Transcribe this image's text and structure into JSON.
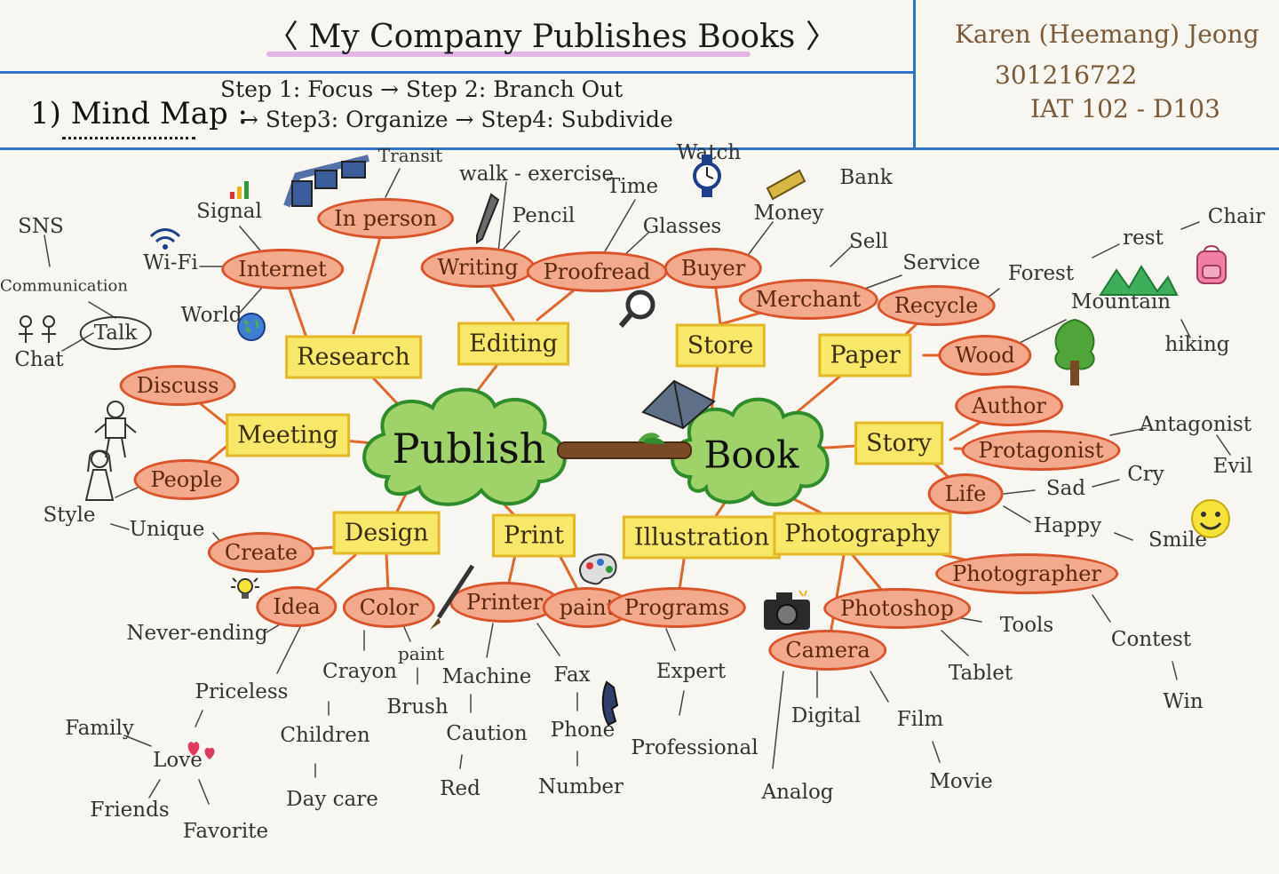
{
  "header": {
    "title": "〈 My Company Publishes Books 〉",
    "author_name": "Karen (Heemang) Jeong",
    "student_id": "301216722",
    "course": "IAT 102 - D103",
    "mind_map_label": "1) Mind Map :",
    "steps_line1": "Step 1: Focus → Step 2: Branch Out",
    "steps_line2": "→ Step3: Organize → Step4: Subdivide"
  },
  "colors": {
    "header_line": "#2f74c8",
    "subtopic_fill": "#f7e86a",
    "subtopic_border": "#e4b726",
    "oval_fill": "#f3a98c",
    "oval_border": "#d9532b",
    "cloud_fill": "#9fd36a",
    "cloud_border": "#2f8c2a",
    "connector": "#e0662c"
  },
  "centers": [
    {
      "id": "publish",
      "label": "Publish"
    },
    {
      "id": "book",
      "label": "Book"
    }
  ],
  "subtopics": [
    {
      "id": "research",
      "label": "Research"
    },
    {
      "id": "editing",
      "label": "Editing"
    },
    {
      "id": "store",
      "label": "Store"
    },
    {
      "id": "paper",
      "label": "Paper"
    },
    {
      "id": "meeting",
      "label": "Meeting"
    },
    {
      "id": "story",
      "label": "Story"
    },
    {
      "id": "design",
      "label": "Design"
    },
    {
      "id": "print",
      "label": "Print"
    },
    {
      "id": "illustration",
      "label": "Illustration"
    },
    {
      "id": "photography",
      "label": "Photography"
    }
  ],
  "ovals": [
    {
      "id": "inperson",
      "label": "In person"
    },
    {
      "id": "internet",
      "label": "Internet"
    },
    {
      "id": "writing",
      "label": "Writing"
    },
    {
      "id": "proofread",
      "label": "Proofread"
    },
    {
      "id": "buyer",
      "label": "Buyer"
    },
    {
      "id": "merchant",
      "label": "Merchant"
    },
    {
      "id": "recycle",
      "label": "Recycle"
    },
    {
      "id": "wood",
      "label": "Wood"
    },
    {
      "id": "discuss",
      "label": "Discuss"
    },
    {
      "id": "people",
      "label": "People"
    },
    {
      "id": "author",
      "label": "Author"
    },
    {
      "id": "protagonist",
      "label": "Protagonist"
    },
    {
      "id": "life",
      "label": "Life"
    },
    {
      "id": "create",
      "label": "Create"
    },
    {
      "id": "idea",
      "label": "Idea"
    },
    {
      "id": "color",
      "label": "Color"
    },
    {
      "id": "printer",
      "label": "Printer"
    },
    {
      "id": "paintoval",
      "label": "paint"
    },
    {
      "id": "programs",
      "label": "Programs"
    },
    {
      "id": "photographer",
      "label": "Photographer"
    },
    {
      "id": "photoshop",
      "label": "Photoshop"
    },
    {
      "id": "camera",
      "label": "Camera"
    }
  ],
  "leaves": [
    {
      "id": "transit",
      "label": "Transit"
    },
    {
      "id": "signal",
      "label": "Signal"
    },
    {
      "id": "wifi",
      "label": "Wi-Fi"
    },
    {
      "id": "world",
      "label": "World"
    },
    {
      "id": "sns",
      "label": "SNS"
    },
    {
      "id": "communication",
      "label": "Communication"
    },
    {
      "id": "talk",
      "label": "Talk"
    },
    {
      "id": "chat",
      "label": "Chat"
    },
    {
      "id": "walk",
      "label": "walk - exercise"
    },
    {
      "id": "pencil",
      "label": "Pencil"
    },
    {
      "id": "time",
      "label": "Time"
    },
    {
      "id": "watch",
      "label": "Watch"
    },
    {
      "id": "glasses",
      "label": "Glasses"
    },
    {
      "id": "money",
      "label": "Money"
    },
    {
      "id": "bank",
      "label": "Bank"
    },
    {
      "id": "sell",
      "label": "Sell"
    },
    {
      "id": "service",
      "label": "Service"
    },
    {
      "id": "forest",
      "label": "Forest"
    },
    {
      "id": "rest",
      "label": "rest"
    },
    {
      "id": "chair",
      "label": "Chair"
    },
    {
      "id": "mountain",
      "label": "Mountain"
    },
    {
      "id": "hiking",
      "label": "hiking"
    },
    {
      "id": "antagonist",
      "label": "Antagonist"
    },
    {
      "id": "evil",
      "label": "Evil"
    },
    {
      "id": "sad",
      "label": "Sad"
    },
    {
      "id": "cry",
      "label": "Cry"
    },
    {
      "id": "happy",
      "label": "Happy"
    },
    {
      "id": "smile",
      "label": "Smile"
    },
    {
      "id": "style",
      "label": "Style"
    },
    {
      "id": "unique",
      "label": "Unique"
    },
    {
      "id": "neverending",
      "label": "Never-ending"
    },
    {
      "id": "priceless",
      "label": "Priceless"
    },
    {
      "id": "family",
      "label": "Family"
    },
    {
      "id": "love",
      "label": "Love"
    },
    {
      "id": "friends",
      "label": "Friends"
    },
    {
      "id": "favorite",
      "label": "Favorite"
    },
    {
      "id": "crayon",
      "label": "Crayon"
    },
    {
      "id": "children",
      "label": "Children"
    },
    {
      "id": "daycare",
      "label": "Day care"
    },
    {
      "id": "paintleaf",
      "label": "paint"
    },
    {
      "id": "brush",
      "label": "Brush"
    },
    {
      "id": "machine",
      "label": "Machine"
    },
    {
      "id": "caution",
      "label": "Caution"
    },
    {
      "id": "red",
      "label": "Red"
    },
    {
      "id": "fax",
      "label": "Fax"
    },
    {
      "id": "phone",
      "label": "Phone"
    },
    {
      "id": "number",
      "label": "Number"
    },
    {
      "id": "expert",
      "label": "Expert"
    },
    {
      "id": "professional",
      "label": "Professional"
    },
    {
      "id": "digital",
      "label": "Digital"
    },
    {
      "id": "film",
      "label": "Film"
    },
    {
      "id": "movie",
      "label": "Movie"
    },
    {
      "id": "analog",
      "label": "Analog"
    },
    {
      "id": "tools",
      "label": "Tools"
    },
    {
      "id": "tablet",
      "label": "Tablet"
    },
    {
      "id": "contest",
      "label": "Contest"
    },
    {
      "id": "win",
      "label": "Win"
    }
  ]
}
